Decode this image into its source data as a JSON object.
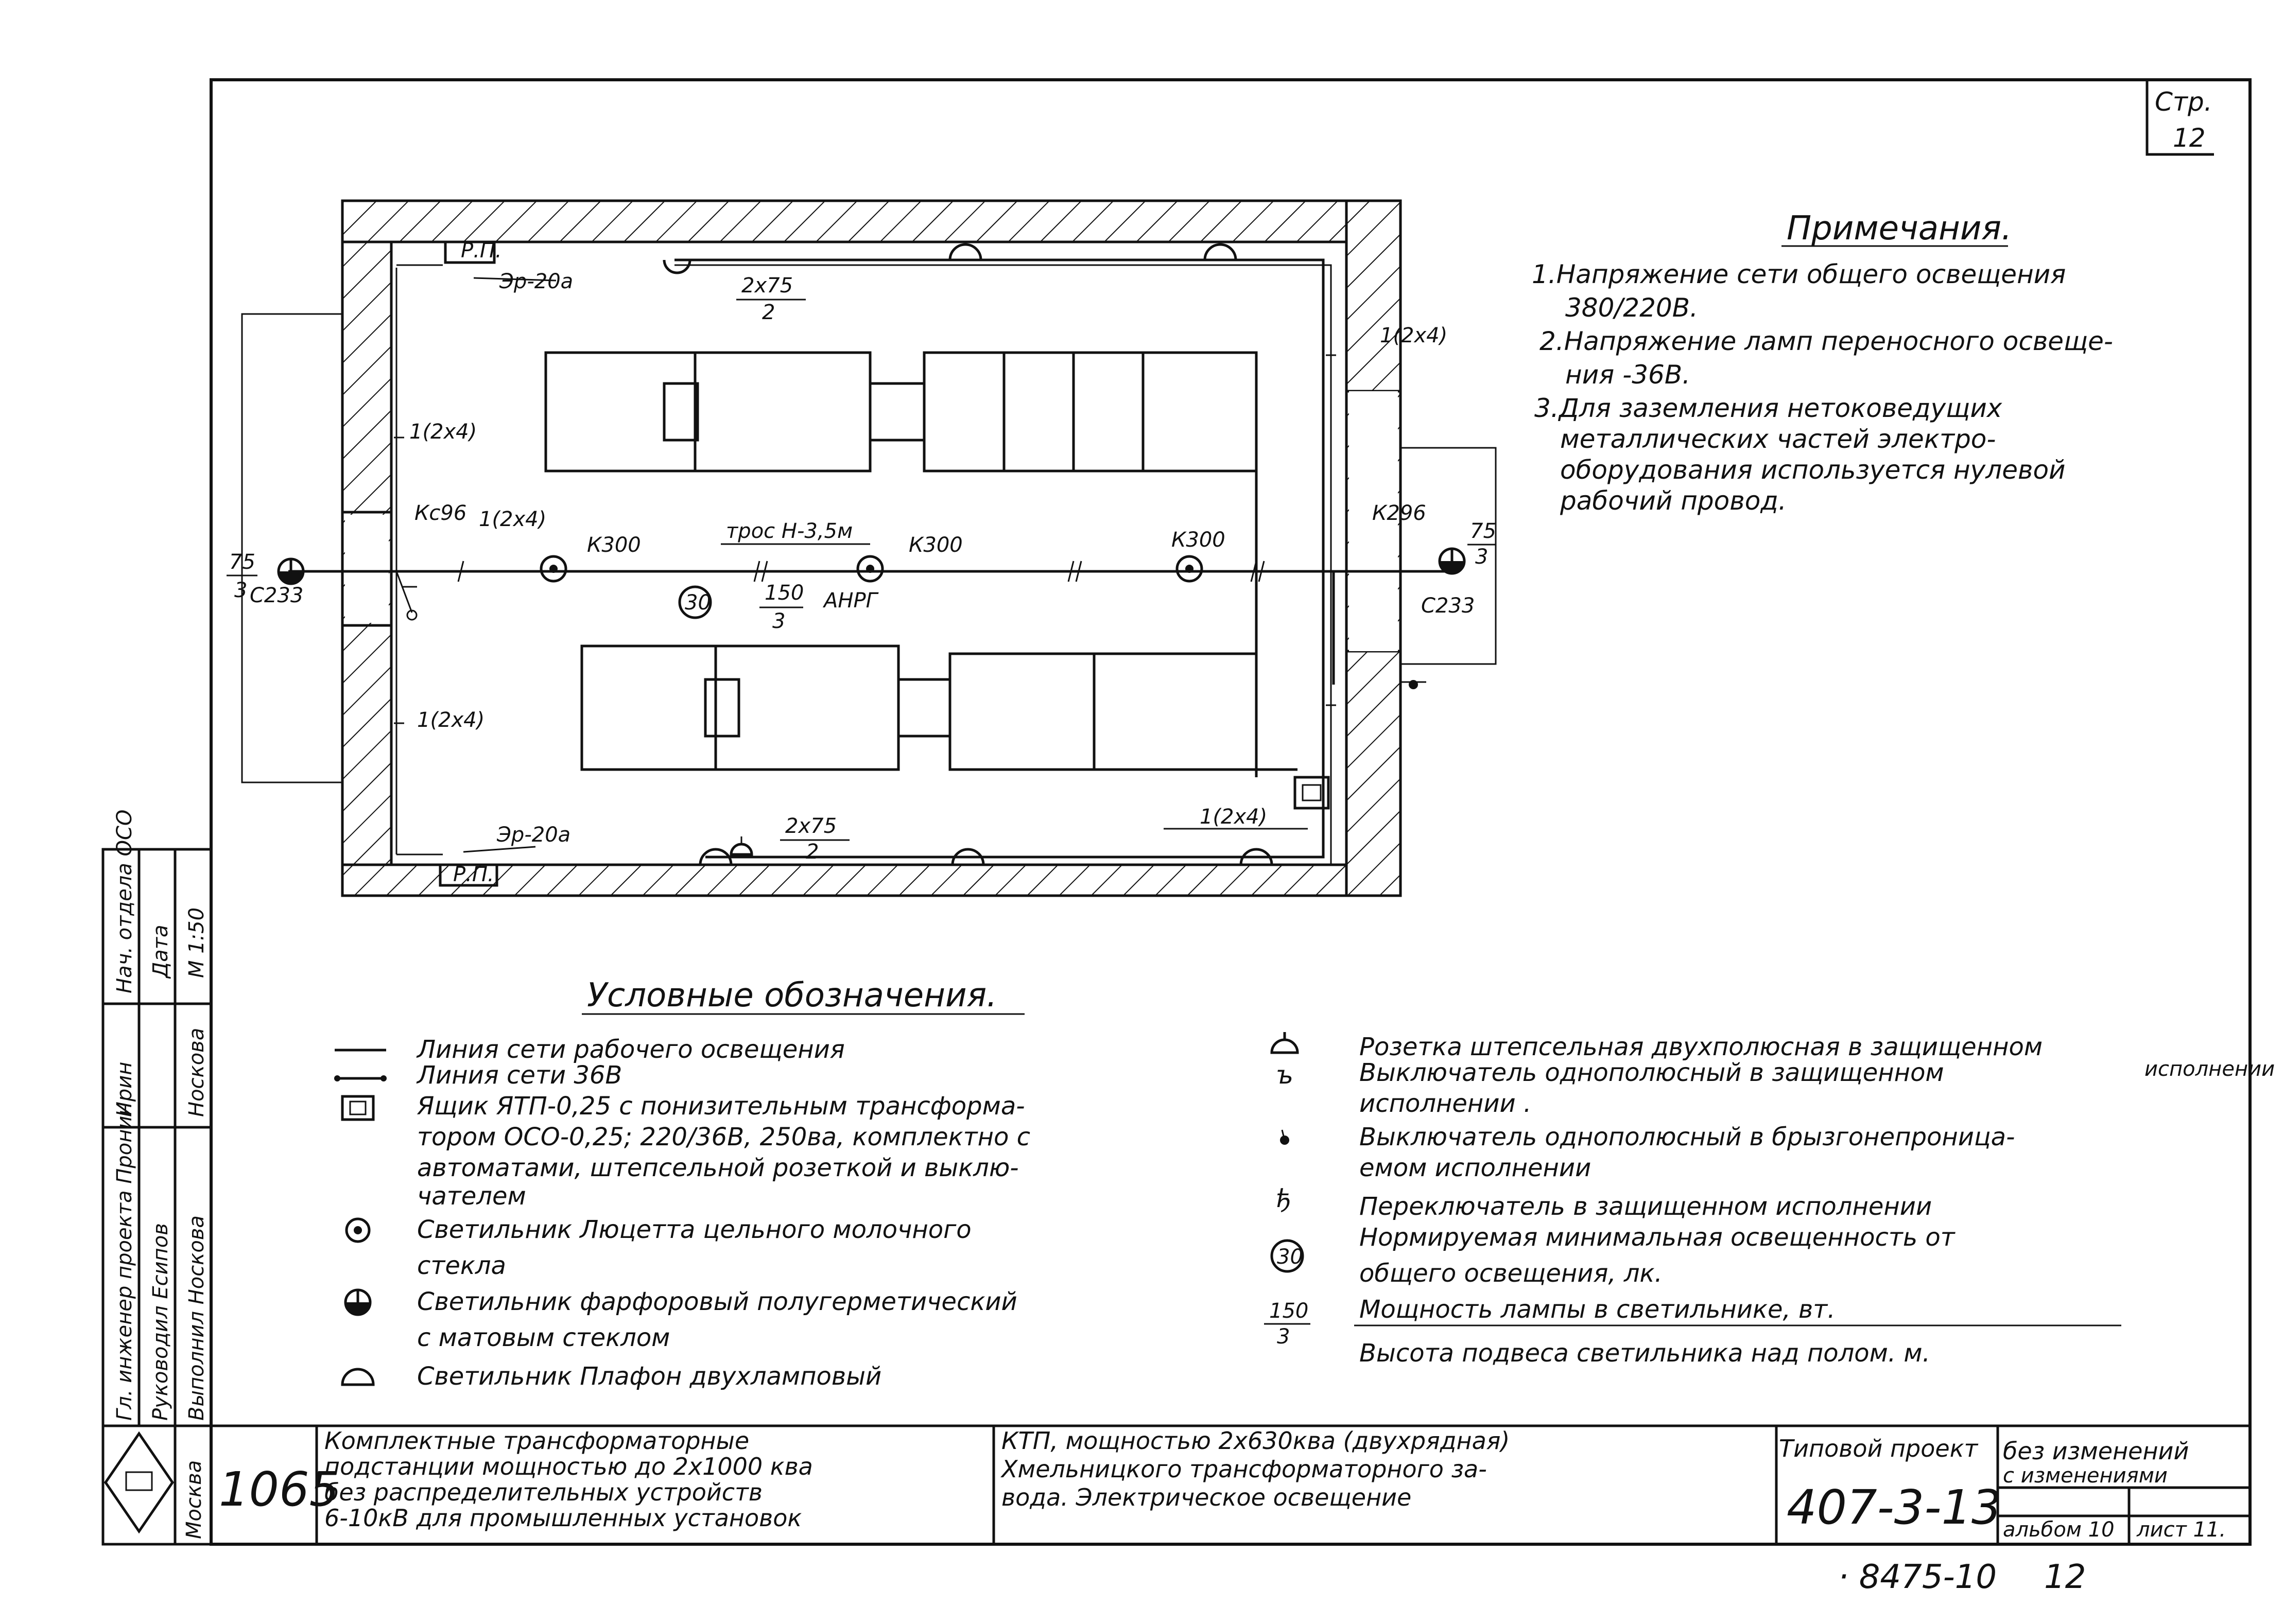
{
  "sheet": {
    "label": "Стр.",
    "number": "12"
  },
  "notes": {
    "title": "Примечания.",
    "lines": [
      "1.Напряжение сети общего освещения",
      "380/220В.",
      "2.Напряжение ламп переносного освеще-",
      "ния -36В.",
      "3.Для заземления нетоковедущих",
      "металлических частей электро-",
      "оборудования используется нулевой",
      "рабочий провод."
    ]
  },
  "plan": {
    "panel_top": "Р.П.",
    "panel_top_id": "Эр-20а",
    "panel_bottom": "Р.П.",
    "panel_bottom_id": "Эр-20а",
    "cable_top": "2х75",
    "cable_top_sub": "2",
    "cable_bottom": "2х75",
    "cable_bottom_sub": "2",
    "cable_left_top": "1(2х4)",
    "cable_left_mid": "1(2х4)",
    "cable_left_bottom": "1(2х4)",
    "cable_right_top": "1(2х4)",
    "cable_right_bottom": "1(2х4)",
    "box_left": "Кс96",
    "box_right": "К296",
    "trace": "трос Н-3,5м",
    "k300_1": "К300",
    "k300_2": "К300",
    "k300_3": "К300",
    "lamp_left_num": "75",
    "lamp_left_den": "3",
    "lamp_left_type": "С233",
    "lamp_right_num": "75",
    "lamp_right_den": "3",
    "lamp_right_type": "С233",
    "illum": "30",
    "power_num": "150",
    "power_den": "3",
    "wire": "АНРГ"
  },
  "legend": {
    "title": "Условные обозначения.",
    "left": [
      "Линия сети рабочего освещения",
      "Линия сети 36В",
      "Ящик ЯТП-0,25 с понизительным трансформа-",
      "тором ОСО-0,25; 220/36В, 250ва, комплектно с",
      "автоматами, штепсельной розеткой и выклю-",
      "чателем",
      "Светильник Люцетта цельного молочного",
      "стекла",
      "Светильник фарфоровый полугерметический",
      "с матовым стеклом",
      "Светильник Плафон двухламповый"
    ],
    "right": [
      "Розетка штепсельная двухполюсная в защищенном",
      "исполнении",
      "Выключатель однополюсный в защищенном",
      "исполнении .",
      "Выключатель однополюсный в брызгонепроница-",
      "емом исполнении",
      "Переключатель в защищенном исполнении",
      "Нормируемая минимальная освещенность от",
      "общего освещения, лк.",
      "Мощность лампы в светильнике, вт.",
      "Высота подвеса светильника над полом. м."
    ],
    "sym_illum": "30",
    "sym_power_num": "150",
    "sym_power_den": "3"
  },
  "side_stamp": {
    "cells": [
      "Нач. отдела ОСО",
      "Ирин",
      "Дата",
      "Гл. инженер проекта Пронин",
      "Руководил Есипов",
      "Выполнил Носкова",
      "Носкова",
      "М 1:50"
    ]
  },
  "title_block": {
    "city": "Москва",
    "number": "1065",
    "desc": [
      "Комплектные трансформаторные",
      "подстанции мощностью до 2х1000 ква",
      "без распределительных устройств",
      "6-10кВ для промышленных установок"
    ],
    "ktp": [
      "КТП, мощностью 2х630ква (двухрядная)",
      "Хмельницкого трансформаторного за-",
      "вода. Электрическое освещение"
    ],
    "typical_label": "Типовой проект",
    "project": "407-3-13",
    "no_changes": "без изменений",
    "with_changes": "с изменениями",
    "album": "альбом 10",
    "sheet": "лист 11.",
    "inventory": "· 8475-10",
    "inventory_page": "12"
  }
}
